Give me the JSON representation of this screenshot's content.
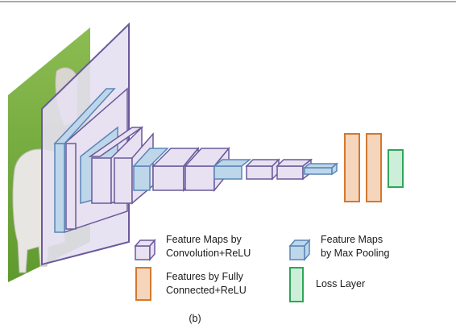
{
  "legend": {
    "conv": {
      "line1": "Feature Maps by",
      "line2": "Convolution+ReLU"
    },
    "pool": {
      "line1": "Feature Maps",
      "line2": "by Max Pooling"
    },
    "fc": {
      "line1": "Features by Fully",
      "line2": "Connected+ReLU"
    },
    "loss": {
      "label": "Loss Layer"
    }
  },
  "caption": "(b)",
  "colors": {
    "conv_face": "#e7e1f2",
    "conv_stroke": "#6a5a9a",
    "pool_face": "#bdd6ea",
    "pool_stroke": "#5b85b6",
    "fc_face": "#f5d6bd",
    "fc_stroke": "#d4782e",
    "loss_face": "#cdeed8",
    "loss_stroke": "#2fa65a",
    "input_plane": "#e6e0f1"
  },
  "icons": {
    "input": "sheep-photo",
    "conv": "cube-lavender",
    "pool": "cube-blue",
    "fc": "bar-orange",
    "loss": "bar-green"
  }
}
